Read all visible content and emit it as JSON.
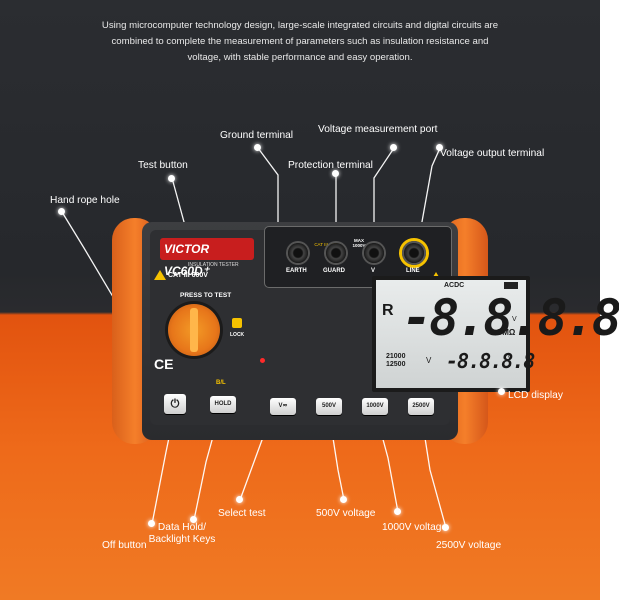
{
  "intro": {
    "line1": "Using microcomputer technology design, large-scale integrated circuits and digital circuits are",
    "line2": "combined to complete the measurement of parameters such as insulation resistance and",
    "line3": "voltage, with stable performance and easy operation."
  },
  "callouts": {
    "ground_terminal": "Ground terminal",
    "voltage_measurement_port": "Voltage measurement port",
    "test_button": "Test button",
    "protection_terminal": "Protection terminal",
    "voltage_output_terminal": "Voltage output terminal",
    "hand_rope_hole": "Hand rope hole",
    "lcd_display": "LCD display",
    "select_test": "Select test",
    "v500_voltage": "500V voltage",
    "v1000_voltage": "1000V voltage",
    "v2500_voltage": "2500V voltage",
    "data_hold_line1": "Data Hold/",
    "data_hold_line2": "Backlight Keys",
    "off_button": "Off button"
  },
  "device": {
    "brand": "VICTOR VC60D⁺",
    "subtitle": "INSULATION TESTER",
    "cat_rating": "CAT III 600V",
    "press_to_test": "PRESS TO TEST",
    "lock": "LOCK",
    "ce_mark": "CE",
    "terminals": {
      "earth": "EARTH",
      "guard": "GUARD",
      "v": "V",
      "line": "LINE",
      "cat_small": "CAT III 600V",
      "max_line1": "MAX",
      "max_line2": "1000V"
    },
    "lcd": {
      "acdc": "ACDC",
      "main_digits": "-8.8.8.8",
      "unit": "GMΩ",
      "unit_v": "V",
      "range_top": "21000",
      "range_bottom": "12500",
      "range_v": "V",
      "sub_digits": "-8.8.8.8",
      "sub_v": "V",
      "r_symbol": "R"
    },
    "buttons": {
      "power": "⏻",
      "hold": "HOLD",
      "bl_label": "B/L",
      "v_select": "V≂",
      "b500": "500V",
      "b1000": "1000V",
      "b2500": "2500V"
    }
  },
  "colors": {
    "background_dark": "#2b2d31",
    "background_orange": "#ee6a1a",
    "bumper": "#f57f2a",
    "brand_red": "#c81e1e"
  }
}
